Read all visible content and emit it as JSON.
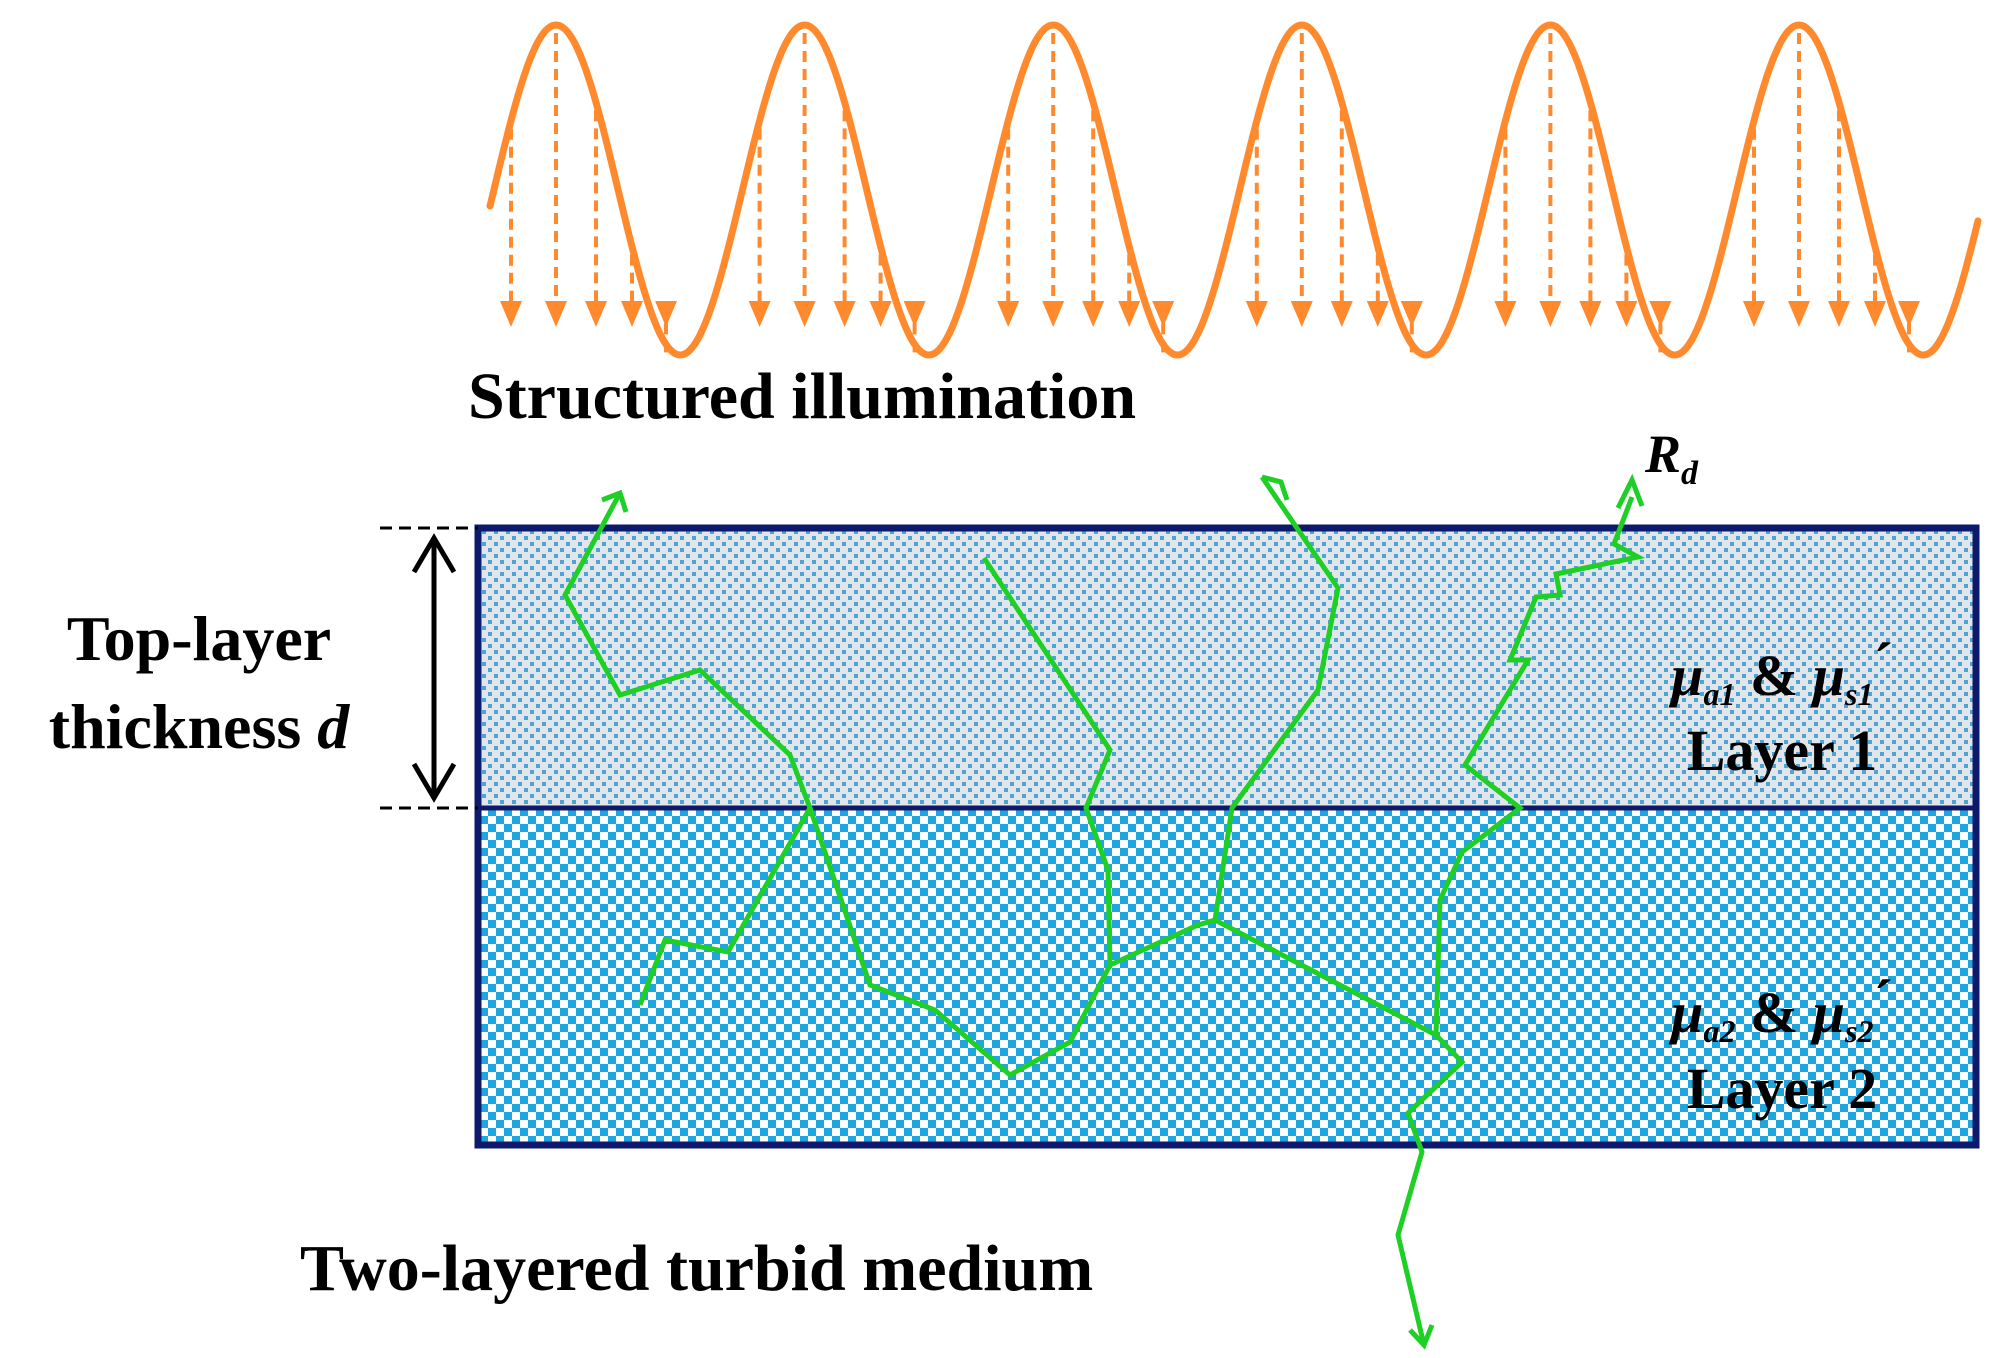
{
  "labels": {
    "illumination": "Structured illumination",
    "medium": "Two-layered turbid medium",
    "thickness_line1": "Top-layer",
    "thickness_line2_prefix": "thickness ",
    "thickness_var": "d",
    "reflectance_main": "R",
    "reflectance_sub": "d",
    "layer1_name": "Layer 1",
    "layer2_name": "Layer 2",
    "mu": "μ",
    "amp": " & ",
    "prime": "´",
    "layer1_sub_a": "a1",
    "layer1_sub_s": "s1",
    "layer2_sub_a": "a2",
    "layer2_sub_s": "s2"
  },
  "colors": {
    "illumination": "#ff8a2e",
    "photon_path": "#1ecf26",
    "border": "#0d1a6b",
    "layer1_bg": "#e2e6ea",
    "layer1_dot": "#4aa6d6",
    "layer2_bg": "#ffffff",
    "layer2_dot": "#1ea6e0",
    "text": "#000000"
  }
}
